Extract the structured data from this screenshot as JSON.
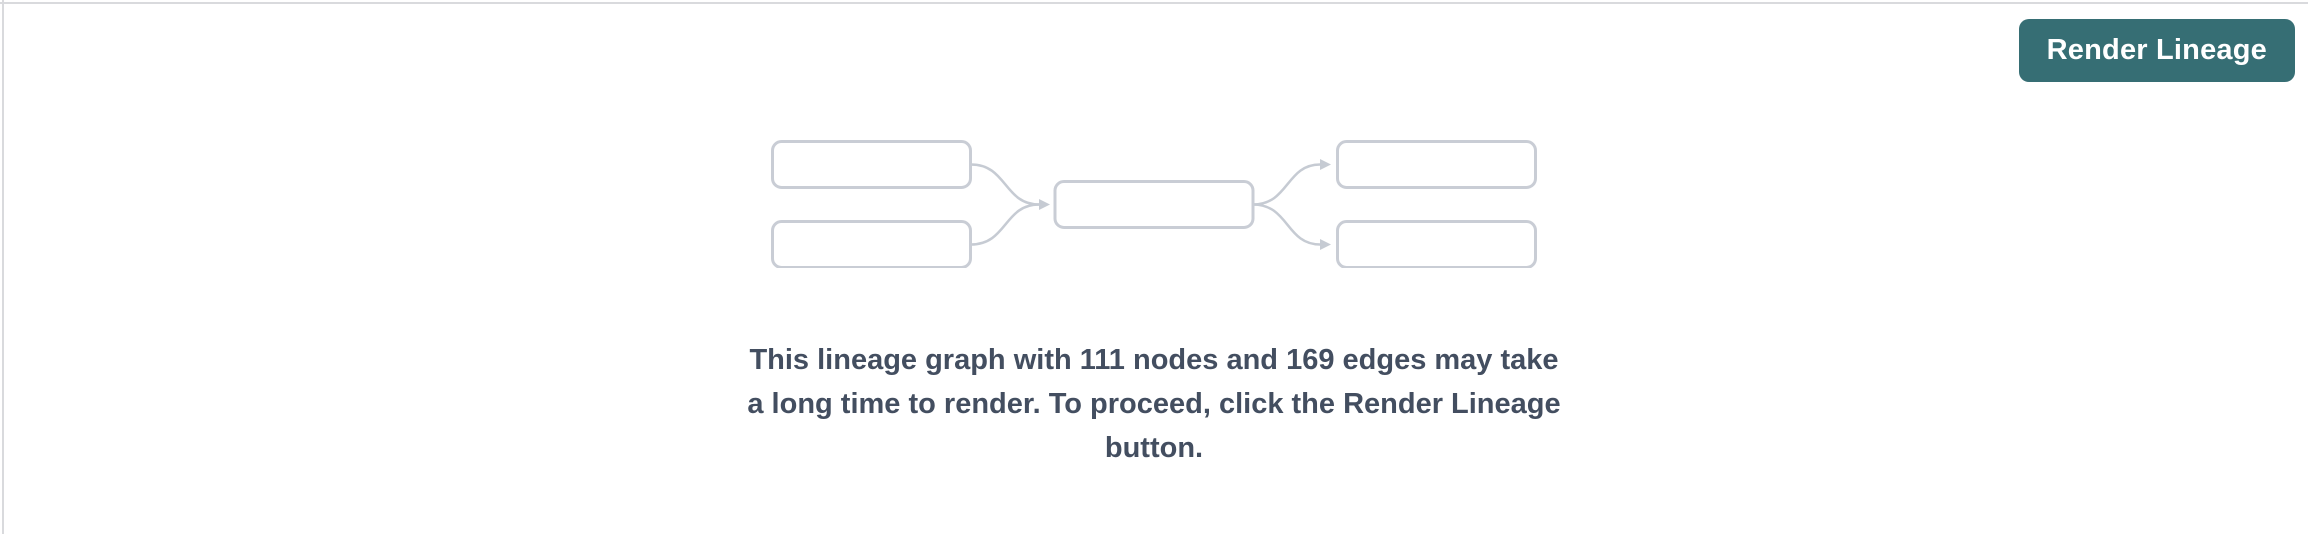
{
  "panel": {
    "background": "#ffffff",
    "border_color": "#d9dadd"
  },
  "header": {
    "render_button": {
      "label": "Render Lineage",
      "background_color": "#366e74",
      "text_color": "#ffffff"
    }
  },
  "placeholder": {
    "illustration": {
      "node_fill": "#ffffff",
      "node_border_color": "#c9cdd5",
      "edge_color": "#c6cbd3"
    },
    "message": {
      "lines": [
        "This lineage graph with 111 nodes and 169 edges may take",
        "a long time to render. To proceed, click the Render Lineage",
        "button."
      ],
      "full_text": "This lineage graph with 111 nodes and 169 edges may take a long time to render. To proceed, click the Render Lineage button.",
      "node_count": "111",
      "edge_count": "169",
      "text_color": "#434e60"
    }
  }
}
